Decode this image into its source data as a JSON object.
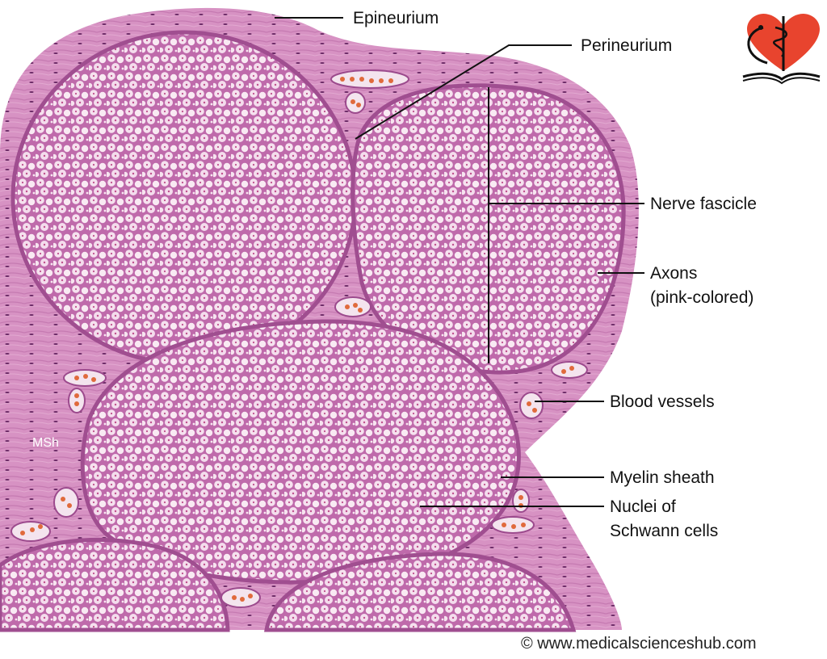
{
  "labels": {
    "epineurium": "Epineurium",
    "perineurium": "Perineurium",
    "nerve_fascicle": "Nerve fascicle",
    "axons_line1": "Axons",
    "axons_line2": "(pink-colored)",
    "blood_vessels": "Blood vessels",
    "myelin_sheath": "Myelin sheath",
    "nuclei_line1": "Nuclei of",
    "nuclei_line2": "Schwann cells",
    "msh": "MSh"
  },
  "copyright": "© www.medicalscienceshub.com",
  "logo": {
    "icon": "heart-caduceus-book-logo-icon"
  },
  "colors": {
    "tissue": "#cf7fb9",
    "epineurium": "#d99ac6",
    "fascicle": "#c878b3",
    "cell_wall": "#b05a9e",
    "axon_fill": "#f7e6f1",
    "nucleus": "#8a2f79",
    "rbc": "#e06a3c",
    "logo_heart": "#e8442e"
  }
}
